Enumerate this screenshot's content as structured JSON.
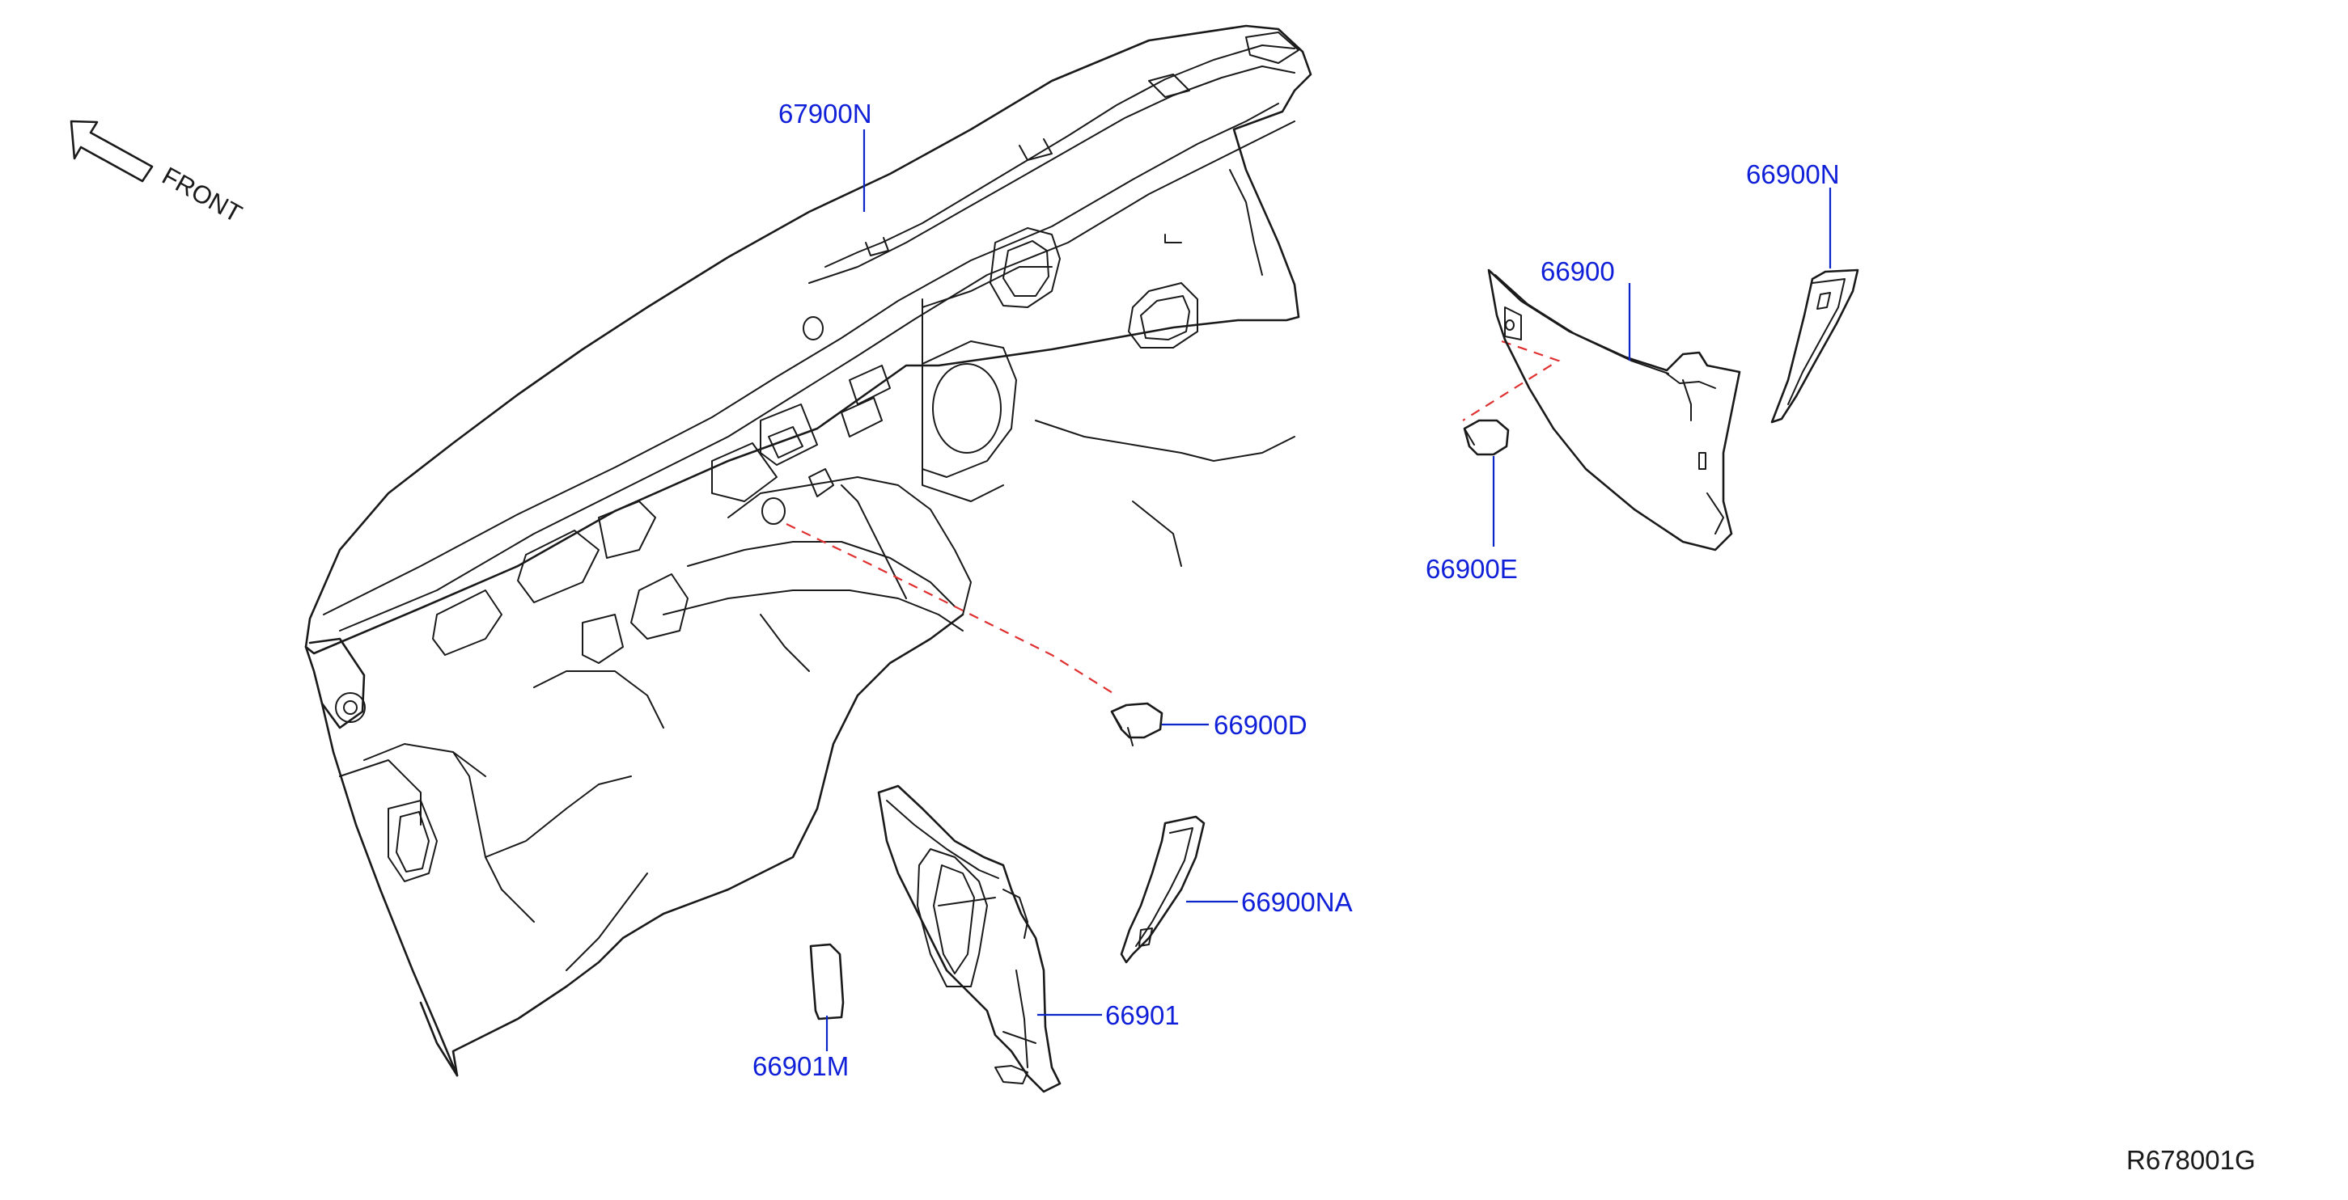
{
  "orientation": {
    "label": "FRONT",
    "icon": "front-arrow-icon"
  },
  "parts": [
    {
      "id": "dash-panel-insulator",
      "number": "67900N"
    },
    {
      "id": "dash-side-finisher-rh",
      "number": "66900"
    },
    {
      "id": "dash-side-ornament-rh",
      "number": "66900N"
    },
    {
      "id": "clip-rh",
      "number": "66900E"
    },
    {
      "id": "clip-lh",
      "number": "66900D"
    },
    {
      "id": "dash-side-ornament-lh",
      "number": "66900NA"
    },
    {
      "id": "dash-side-finisher-lh",
      "number": "66901"
    },
    {
      "id": "pad",
      "number": "66901M"
    }
  ],
  "diagram_reference": "R678001G",
  "colors": {
    "part_label": "#1020d8",
    "leader_line": "#0a26c8",
    "assembly_dash": "#e03030",
    "outline": "#1a1a1a"
  }
}
